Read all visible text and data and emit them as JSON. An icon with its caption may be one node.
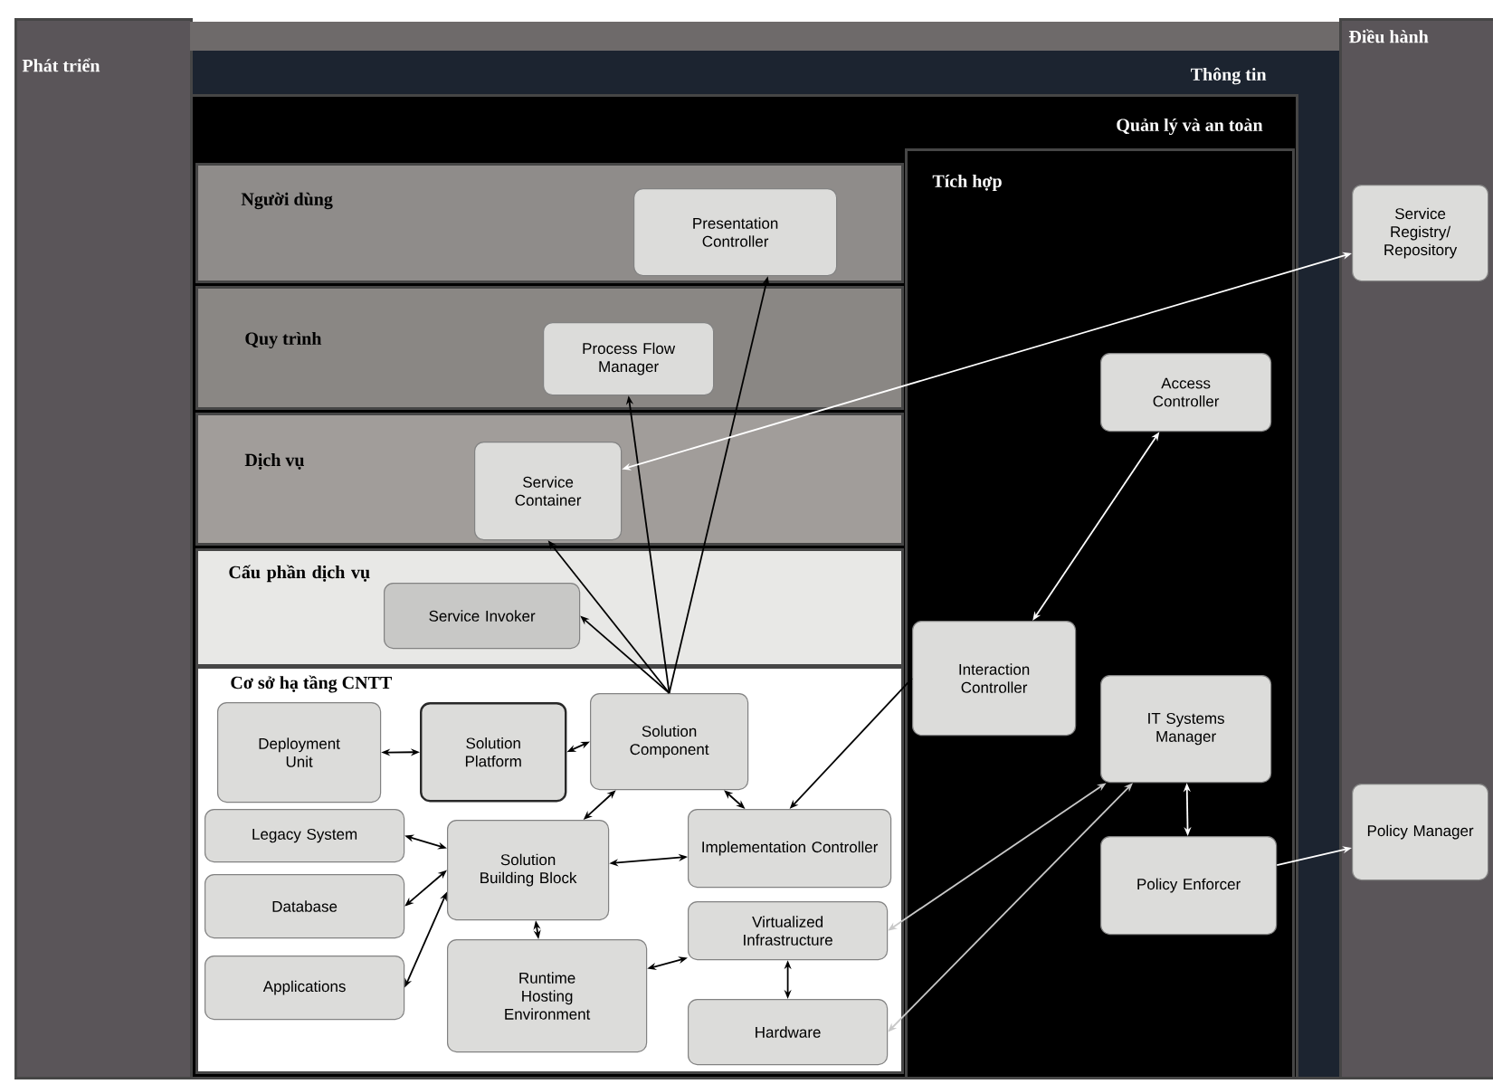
{
  "diagram": {
    "nodes": [
      {
        "text": [
          "Phát triển"
        ]
      },
      {
        "text": [
          "Thông tin"
        ]
      },
      {
        "text": [
          "Quản lý và an toàn"
        ],
        "in": 1
      },
      {
        "text": [
          "Người dùng"
        ],
        "in": 2
      },
      {
        "text": [
          "Presentation Controller"
        ],
        "in": 3
      },
      {
        "text": [
          "Quy trình"
        ],
        "in": 2
      },
      {
        "text": [
          "Process Flow Manager"
        ],
        "in": 5
      },
      {
        "text": [
          "Dịch vụ"
        ],
        "in": 2
      },
      {
        "text": [
          "Service Container"
        ],
        "in": 7
      },
      {
        "text": [
          "Cấu phần dịch vụ"
        ],
        "in": 2
      },
      {
        "text": [
          "Service Invoker"
        ],
        "in": 9
      },
      {
        "text": [
          "Cơ sở hạ tầng CNTT"
        ],
        "in": 2
      },
      {
        "text": [
          "Deployment Unit"
        ],
        "in": 11
      },
      {
        "text": [
          "Solution Platform"
        ],
        "in": 11
      },
      {
        "text": [
          "Solution Component"
        ],
        "in": 11
      },
      {
        "text": [
          "Legacy System"
        ],
        "in": 11
      },
      {
        "text": [
          "Solution Building Block"
        ],
        "in": 11
      },
      {
        "text": [
          "Implementation Controller"
        ],
        "in": 11
      },
      {
        "text": [
          "Database"
        ],
        "in": 11
      },
      {
        "text": [
          "Virtualized Infrastructure"
        ],
        "in": 11
      },
      {
        "text": [
          "Applications"
        ],
        "in": 11
      },
      {
        "text": [
          "Runtime Hosting Environment"
        ],
        "in": 11
      },
      {
        "text": [
          "Hardware"
        ],
        "in": 11
      },
      {
        "text": [
          "Tích hợp"
        ],
        "in": 2
      },
      {
        "text": [
          "Access Controller"
        ],
        "in": 23
      },
      {
        "text": [
          "Interaction Controller"
        ],
        "in": 23
      },
      {
        "text": [
          "IT Systems Manager"
        ],
        "in": 23
      },
      {
        "text": [
          "Policy Enforcer"
        ],
        "in": 23
      },
      {
        "text": [
          "Điều hành"
        ]
      },
      {
        "text": [
          "Service Registry/ Repository"
        ],
        "in": 28
      },
      {
        "text": [
          "Policy Manager"
        ],
        "in": 28
      }
    ],
    "edges": [
      {
        "from": 14,
        "to": 4,
        "arrow": "to"
      },
      {
        "from": 14,
        "to": 6,
        "arrow": "to"
      },
      {
        "from": 14,
        "to": 8,
        "arrow": "to"
      },
      {
        "from": 14,
        "to": 10,
        "arrow": "to"
      },
      {
        "from": 12,
        "to": 13,
        "arrow": "both"
      },
      {
        "from": 13,
        "to": 14,
        "arrow": "both"
      },
      {
        "from": 14,
        "to": 16,
        "arrow": "both"
      },
      {
        "from": 14,
        "to": 17,
        "arrow": "both"
      },
      {
        "from": 17,
        "to": 16,
        "arrow": "both"
      },
      {
        "from": 16,
        "to": 15,
        "arrow": "both"
      },
      {
        "from": 16,
        "to": 18,
        "arrow": "both"
      },
      {
        "from": 16,
        "to": 20,
        "arrow": "both"
      },
      {
        "from": 16,
        "to": 21,
        "arrow": "both"
      },
      {
        "from": 21,
        "to": 19,
        "arrow": "both"
      },
      {
        "from": 19,
        "to": 22,
        "arrow": "both"
      },
      {
        "from": 25,
        "to": 17,
        "arrow": "to"
      },
      {
        "from": 24,
        "to": 25,
        "arrow": "both",
        "color": "#ffffff"
      },
      {
        "from": 29,
        "to": 8,
        "arrow": "both",
        "color": "#ffffff"
      },
      {
        "from": 19,
        "to": 26,
        "arrow": "both",
        "color": "#c8c8c8"
      },
      {
        "from": 22,
        "to": 26,
        "arrow": "both",
        "color": "#c8c8c8"
      },
      {
        "from": 26,
        "to": 27,
        "arrow": "both",
        "color": "#ffffff"
      },
      {
        "from": 27,
        "to": 30,
        "arrow": "to",
        "color": "#ffffff"
      }
    ]
  }
}
